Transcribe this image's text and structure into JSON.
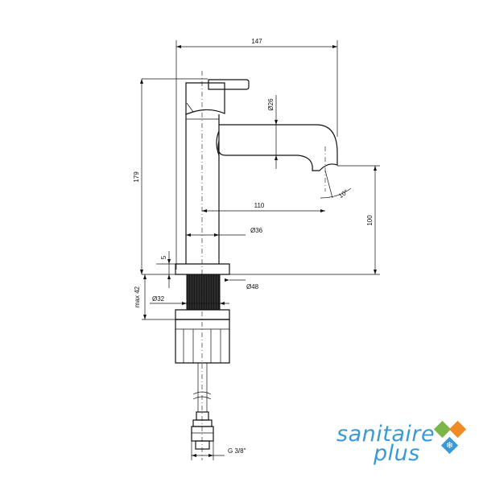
{
  "dimensions": {
    "width_total": "147",
    "spout_diameter": "Ø26",
    "height_total": "179",
    "spout_reach": "110",
    "spout_angle": "10°",
    "spout_height": "100",
    "body_diameter": "Ø36",
    "base_gap": "5",
    "base_diameter": "Ø48",
    "max_thickness": "max 42",
    "thread_diameter": "Ø32",
    "hose_thread": "G 3/8\""
  },
  "logo": {
    "word1": "sanitaire",
    "word2": "plus",
    "colors": {
      "text": "#3a9ad6",
      "green": "#7ab648",
      "orange": "#f08a24",
      "blue": "#3a9ad6"
    }
  }
}
